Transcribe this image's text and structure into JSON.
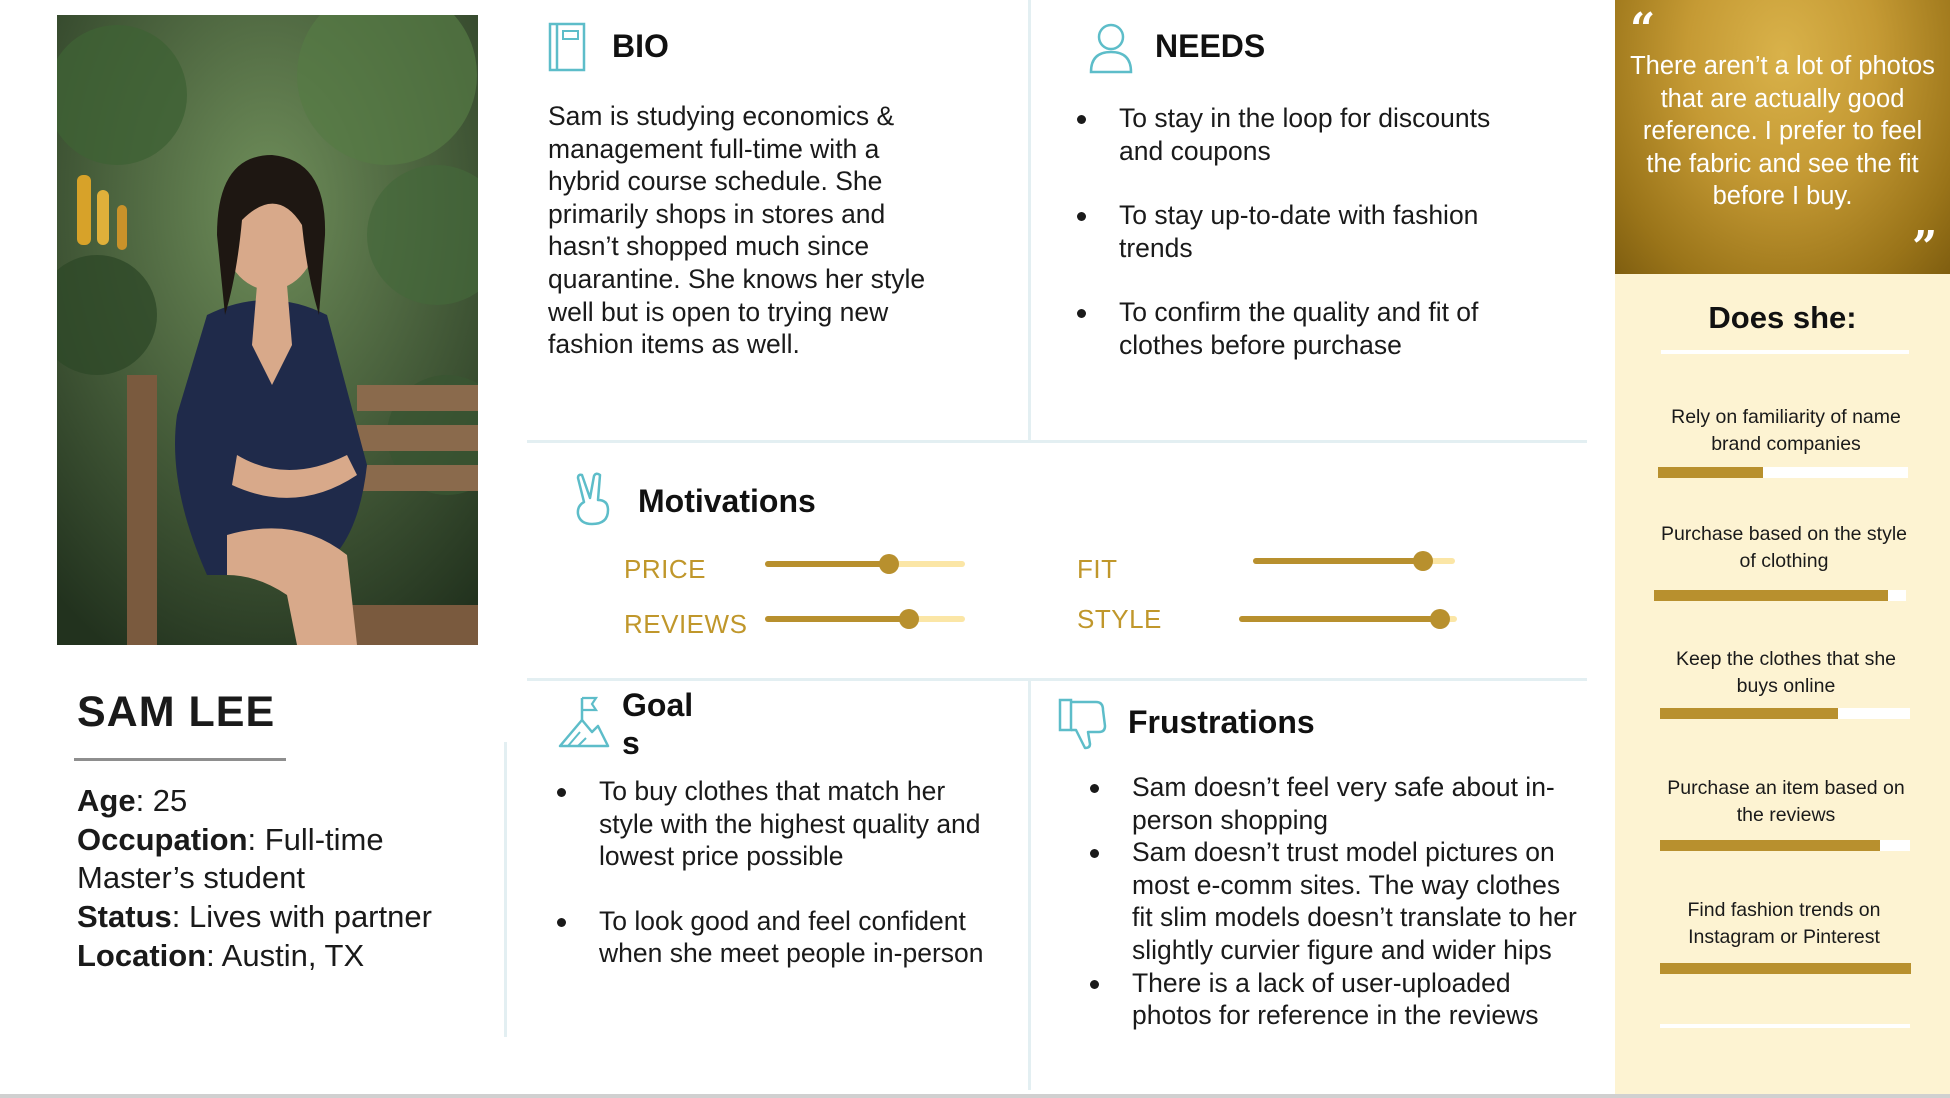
{
  "persona": {
    "name": "SAM LEE",
    "details": [
      {
        "label": "Age",
        "value": ": 25"
      },
      {
        "label": "Occupation",
        "value": ": Full-time Master’s student"
      },
      {
        "label": "Status",
        "value": ": Lives with partner"
      },
      {
        "label": "Location",
        "value": ": Austin, TX"
      }
    ]
  },
  "bio": {
    "title": "BIO",
    "text": "Sam is studying economics & management full-time with a hybrid course schedule. She primarily shops in stores and hasn’t shopped much since quarantine. She knows her style well but is open to trying new fashion items as well."
  },
  "needs": {
    "title": "NEEDS",
    "items": [
      "To stay in the loop for discounts and coupons",
      "To stay up-to-date with fashion trends",
      "To confirm the quality and fit of clothes before purchase"
    ]
  },
  "motivations": {
    "title": "Motivations",
    "items": [
      {
        "label": "PRICE",
        "level": 0.62
      },
      {
        "label": "REVIEWS",
        "level": 0.72
      },
      {
        "label": "FIT",
        "level": 0.84
      },
      {
        "label": "STYLE",
        "level": 0.92
      }
    ]
  },
  "goals": {
    "title_line1": "Goal",
    "title_line2": "s",
    "items": [
      "To buy clothes that match her style with the highest quality and lowest price possible",
      "To look good and feel confident when she meet people in-person"
    ]
  },
  "frustrations": {
    "title": "Frustrations",
    "items": [
      "Sam doesn’t feel very safe about in-person shopping",
      "Sam doesn’t trust model pictures on most e-comm sites. The way clothes fit slim models doesn’t translate to her slightly curvier figure and wider hips",
      "There is a lack of user-uploaded photos for reference in the reviews"
    ]
  },
  "quote": {
    "text": "There aren’t a lot of photos that are actually good reference. I prefer to feel the fabric and see the fit before I buy.",
    "open_mark": "“",
    "close_mark": "”"
  },
  "does_she": {
    "title": "Does she:",
    "items": [
      {
        "label": "Rely on familiarity  of name brand companies",
        "level": 0.42
      },
      {
        "label": "Purchase based on the style of clothing",
        "level": 0.93
      },
      {
        "label": "Keep the clothes that she buys online",
        "level": 0.71
      },
      {
        "label": "Purchase an item based on the reviews",
        "level": 0.88
      },
      {
        "label": "Find fashion trends on Instagram or Pinterest",
        "level": 1.0
      }
    ]
  },
  "colors": {
    "accent_gold": "#b8902e",
    "label_gold": "#c0972b",
    "icon_teal": "#5dbdc9",
    "panel_cream": "#fdf3d2"
  }
}
